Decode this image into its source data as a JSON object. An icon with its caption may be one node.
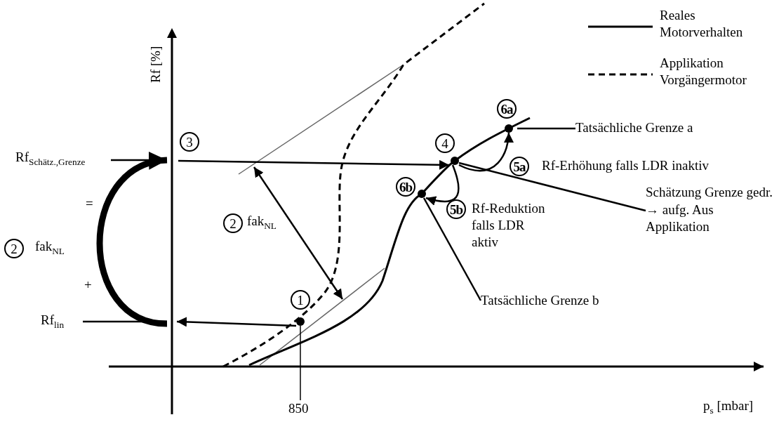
{
  "diagram": {
    "nodes": [
      {
        "text": [
          "1"
        ]
      },
      {
        "text": [
          "3"
        ]
      },
      {
        "text": [
          "4"
        ]
      },
      {
        "text": [
          "6a"
        ]
      },
      {
        "text": [
          "6b"
        ]
      },
      {
        "text": [
          "Tatsächliche Grenze a"
        ]
      },
      {
        "text": [
          "Schätzung Grenze gedr. → aufg. Aus Applikation"
        ]
      },
      {
        "text": [
          "Tatsächliche Grenze b"
        ]
      },
      {
        "text": [
          "Rf$_{Schätz.,Grenze}$"
        ]
      },
      {
        "text": [
          "Rf$_{lin}$"
        ]
      },
      {
        "text": [],
        "shape": "bar",
        "beside": [
          "Rf [%]"
        ]
      },
      {
        "text": [
          "850"
        ]
      },
      {
        "text": [
          "2"
        ],
        "beside": [
          "fak$_{NL}$"
        ]
      },
      {
        "text": [
          "2"
        ],
        "beside": [
          "fak$_{NL}$"
        ]
      }
    ],
    "edges": [
      {
        "from": 0,
        "to": 10,
        "arrow": "to"
      },
      {
        "from": 1,
        "to": 2,
        "arrow": "to"
      },
      {
        "from": 2,
        "to": 3,
        "arrow": "to",
        "label": "5a"
      },
      {
        "from": 2,
        "to": 4,
        "arrow": "to",
        "label": "5b"
      },
      {
        "from": 3,
        "to": 5,
        "arrow": "none"
      },
      {
        "from": 2,
        "to": 6,
        "arrow": "none"
      },
      {
        "from": 4,
        "to": 7,
        "arrow": "none"
      },
      {
        "from": 8,
        "to": 10,
        "arrow": "none"
      },
      {
        "from": 9,
        "to": 10,
        "arrow": "none"
      },
      {
        "from": 10,
        "to": 10,
        "arrow": "to",
        "style": "thick"
      },
      {
        "from": 0,
        "to": 11,
        "arrow": "none"
      }
    ],
    "labels": [
      "p$_{s}$ [mbar]",
      "=",
      "+",
      "Rf-Erhöhung falls LDR inaktiv",
      "Rf-Reduktion falls LDR aktiv"
    ],
    "legend": [
      {
        "text": "Reales Motorverhalten"
      },
      {
        "text": "Applikation Vorgängermotor"
      }
    ]
  }
}
